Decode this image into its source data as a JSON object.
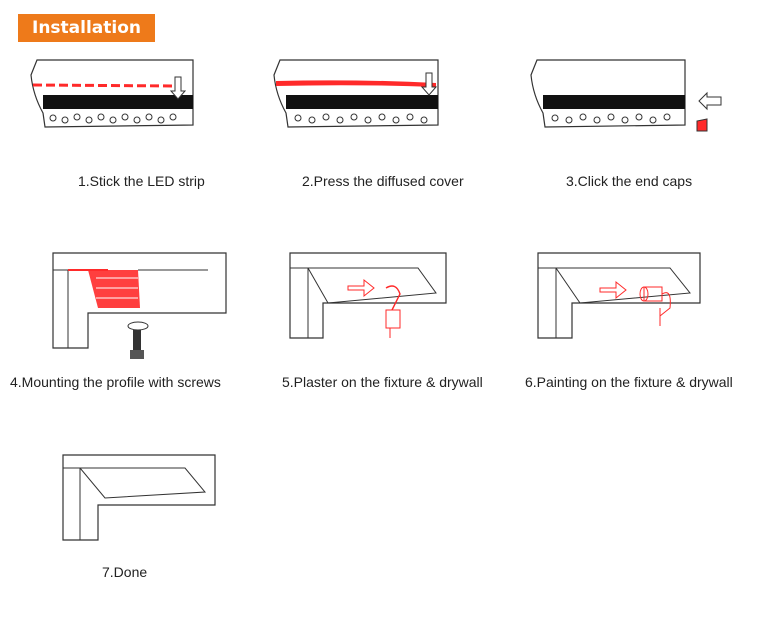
{
  "header": {
    "title": "Installation"
  },
  "colors": {
    "accent": "#ee7a1a",
    "led": "#ff2a2a",
    "line": "#333333"
  },
  "steps": [
    {
      "caption": "1.Stick the LED strip",
      "icon": "profile-led-strip-icon"
    },
    {
      "caption": "2.Press the diffused cover",
      "icon": "profile-diffuser-icon"
    },
    {
      "caption": "3.Click the end caps",
      "icon": "profile-end-cap-icon"
    },
    {
      "caption": "4.Mounting the profile with screws",
      "icon": "mount-screws-icon"
    },
    {
      "caption": "5.Plaster on the fixture & drywall",
      "icon": "plaster-icon"
    },
    {
      "caption": "6.Painting on the fixture & drywall",
      "icon": "painting-icon"
    },
    {
      "caption": "7.Done",
      "icon": "done-icon"
    }
  ]
}
